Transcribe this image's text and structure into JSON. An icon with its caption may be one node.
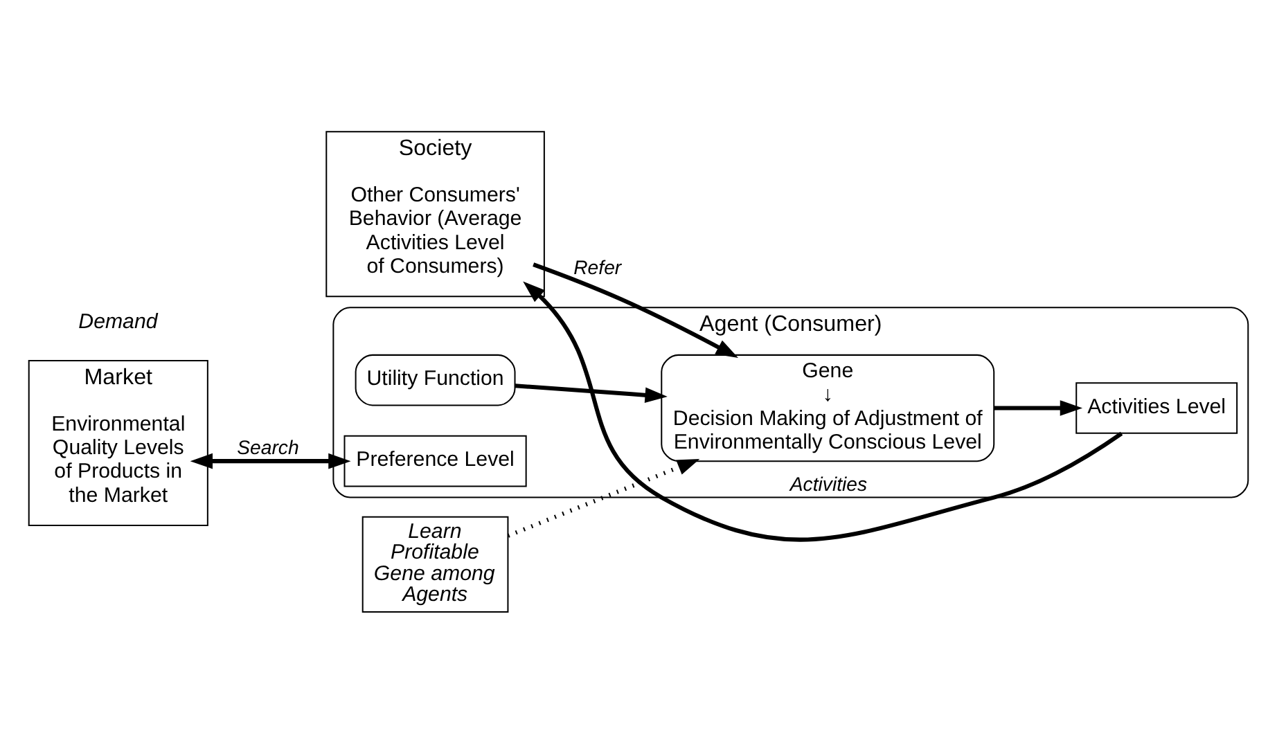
{
  "diagram": {
    "nodes": [
      {
        "text": [
          "Society"
        ]
      },
      {
        "text": [
          "Other Consumers' Behavior (Average Activities Level of Consumers)"
        ],
        "in": 0
      },
      {
        "text": [
          "Market"
        ]
      },
      {
        "text": [
          "Environmental Quality Levels of Products in the Market"
        ],
        "in": 2
      },
      {
        "text": [
          "Agent (Consumer)"
        ]
      },
      {
        "text": [
          "Utility Function"
        ],
        "in": 4
      },
      {
        "text": [
          "Gene",
          "↓",
          "Decision Making of Adjustment of Environmentally Conscious Level"
        ],
        "in": 4
      },
      {
        "text": [
          "Activities Level"
        ],
        "in": 4
      },
      {
        "text": [
          "Preference Level"
        ],
        "in": 4
      },
      {
        "text": [
          "Learn Profitable Gene among Agents"
        ]
      }
    ],
    "edges": [
      {
        "from": 5,
        "to": 6,
        "arrow": "to"
      },
      {
        "from": 1,
        "to": 6,
        "arrow": "to",
        "label": "Refer"
      },
      {
        "from": 9,
        "to": 6,
        "arrow": "to",
        "style": "dashed"
      },
      {
        "from": 6,
        "to": 7,
        "arrow": "to"
      },
      {
        "from": 7,
        "to": 1,
        "arrow": "to",
        "label": "Activities"
      },
      {
        "from": 3,
        "to": 8,
        "arrow": "both",
        "label": "Search"
      }
    ],
    "labels": [
      "Demand"
    ]
  }
}
